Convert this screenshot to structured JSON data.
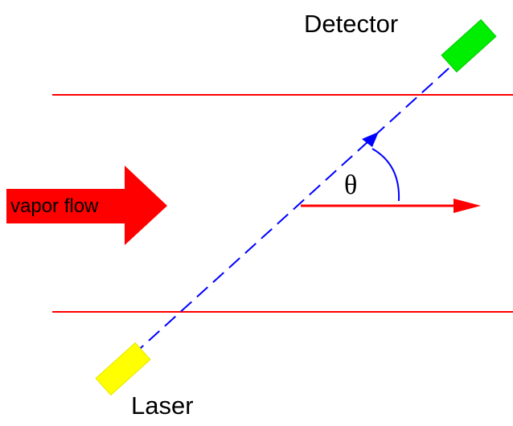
{
  "labels": {
    "detector": "Detector",
    "laser": "Laser",
    "flow_arrow": "vapor flow",
    "angle": "θ"
  },
  "colors": {
    "walls": "#ff0000",
    "beam": "#0000ff",
    "flow_arrow": "#ff0000",
    "velocity_arrow": "#ff0000",
    "detector": "#00ee00",
    "laser": "#ffff00",
    "angle_arc": "#0000ff"
  },
  "icons": {
    "detector": "detector-block",
    "laser": "laser-block"
  }
}
